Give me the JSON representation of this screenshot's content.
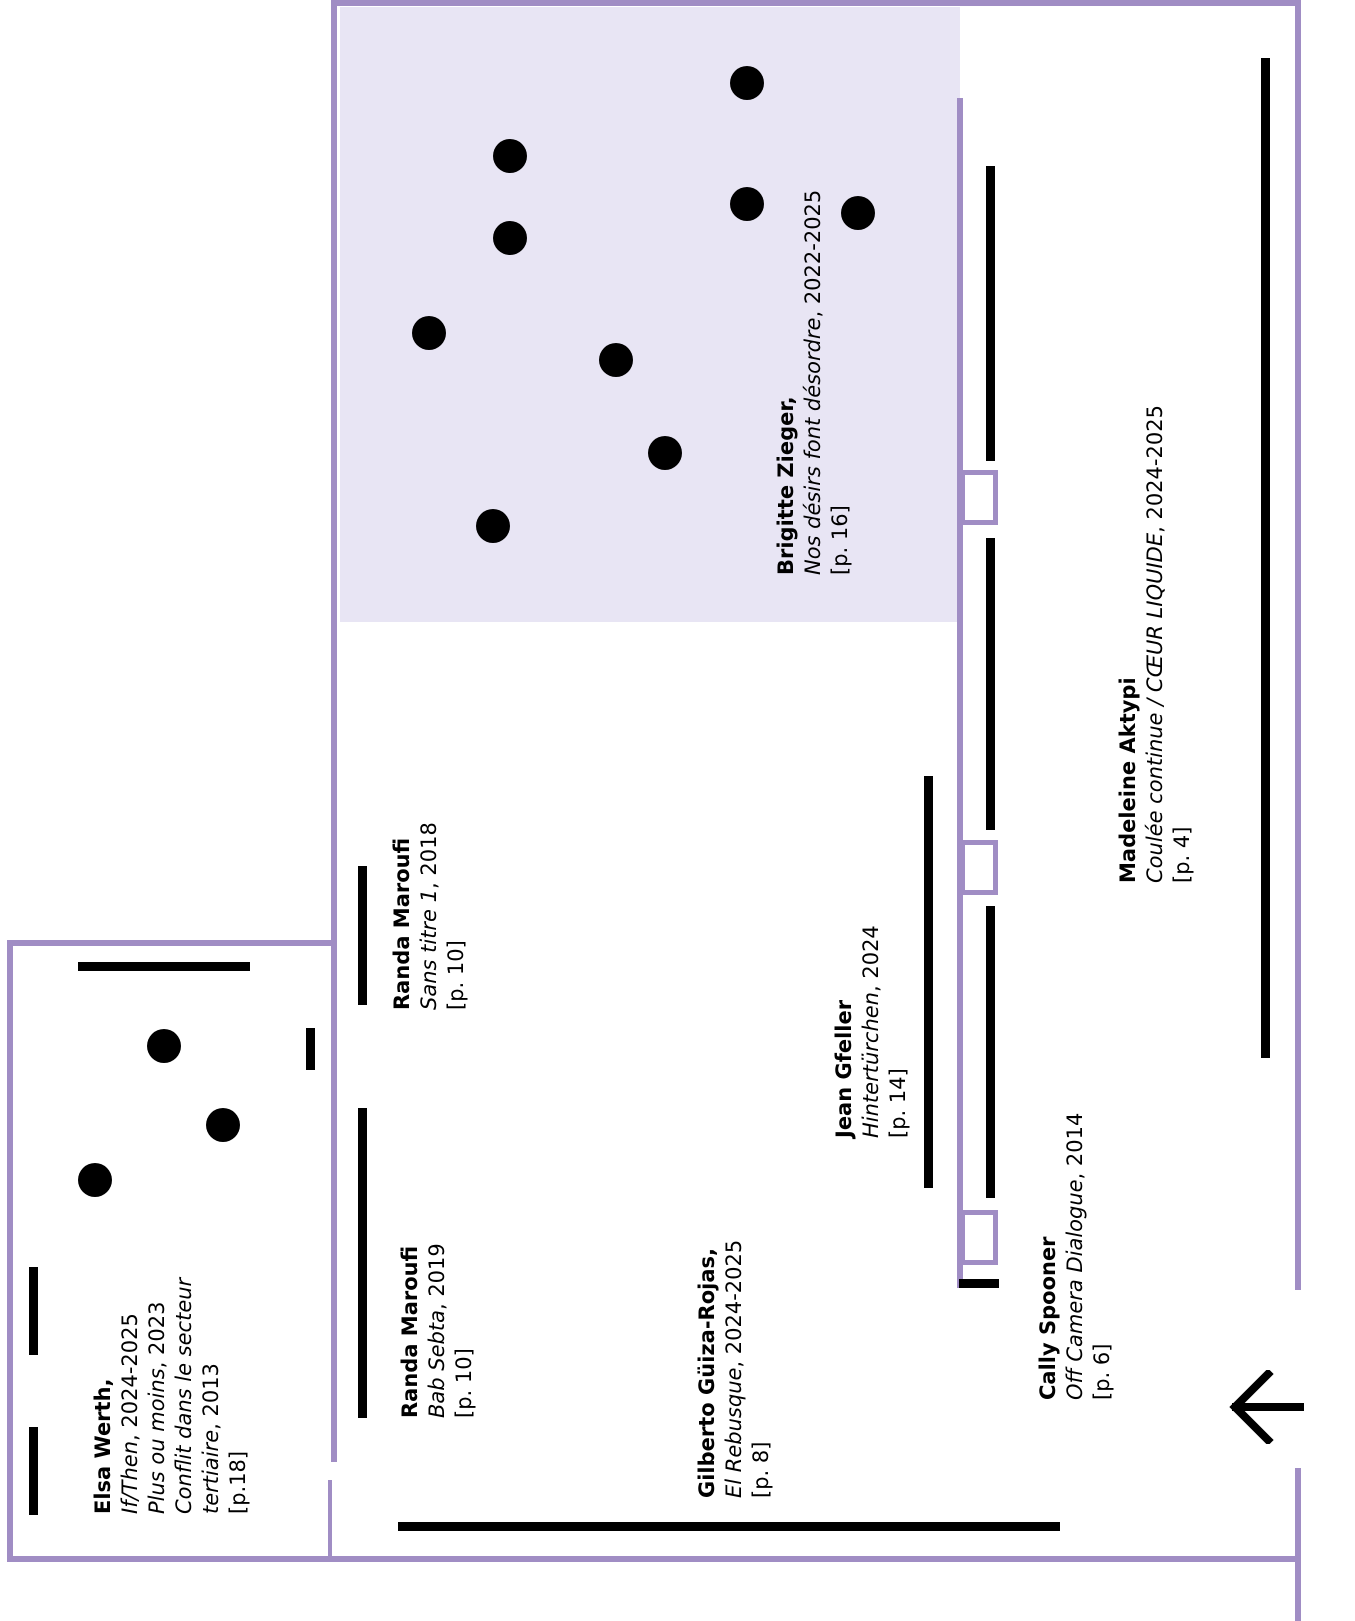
{
  "colors": {
    "wall": "#a08dc4",
    "zone": "#e8e5f4",
    "ink": "#000000"
  },
  "labels": {
    "werth": {
      "artist": "Elsa Werth,",
      "l1_title": "If/Then",
      "l1_rest": ", 2024-2025",
      "l2_title": "Plus ou moins",
      "l2_rest": ", 2023",
      "l3_title": "Conflit dans le secteur",
      "l4_title": "tertiaire",
      "l4_rest": ", 2013",
      "page": "[p.18]"
    },
    "marouifi_bab": {
      "artist": "Randa Maroufi",
      "title": "Bab Sebta",
      "rest": ", 2019",
      "page": "[p. 10]"
    },
    "marouifi_sans": {
      "artist": "Randa Maroufi",
      "title": "Sans titre 1",
      "rest": ", 2018",
      "page": "[p. 10]"
    },
    "guiza": {
      "artist": "Gilberto Güiza-Rojas,",
      "title": "El Rebusque",
      "rest": ", 2024-2025",
      "page": "[p. 8]"
    },
    "gfeller": {
      "artist": "Jean Gfeller",
      "title": "Hintertürchen",
      "rest": ", 2024",
      "page": "[p. 14]"
    },
    "zieger": {
      "artist": "Brigitte Zieger,",
      "title": "Nos désirs font désordre",
      "rest": ", 2022-2025",
      "page": "[p. 16]"
    },
    "spooner": {
      "artist": "Cally Spooner",
      "title": "Off Camera Dialogue",
      "rest": ", 2014",
      "page": "[p. 6]"
    },
    "aktypi": {
      "artist": "Madeleine Aktypi",
      "title": "Coulée continue / CŒUR LIQUIDE",
      "rest": ", 2024-2025",
      "page": "[p. 4]"
    }
  },
  "icons": {
    "entrance": "arrow-left-icon"
  }
}
